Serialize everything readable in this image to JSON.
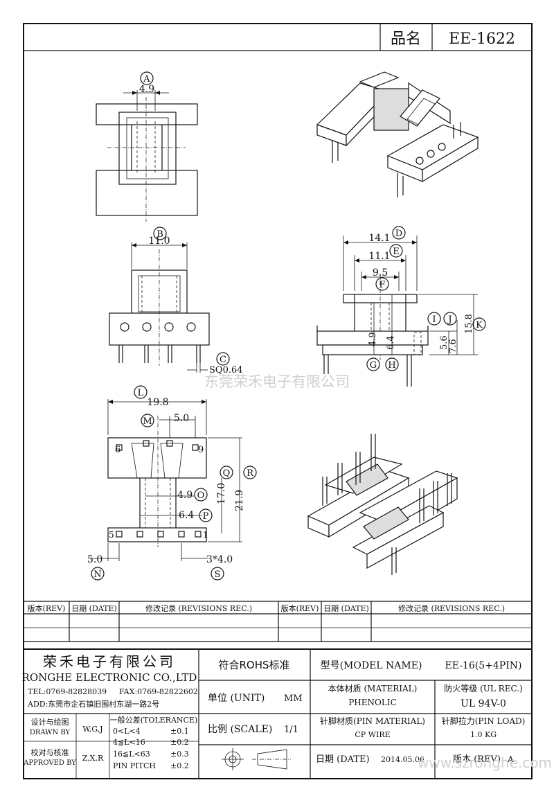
{
  "header": {
    "name_label": "品名",
    "part_no": "EE-1622"
  },
  "dims": {
    "A": "4.9",
    "B": "11.0",
    "C": "SQ0.64",
    "D": "14.1",
    "E": "11.1",
    "F": "9.5",
    "G": "4.9",
    "H": "6.4",
    "I": "5.6",
    "J": "7.6",
    "K": "15.8",
    "L": "19.8",
    "M": "5.0",
    "N": "5.0",
    "O": "4.9",
    "P": "6.4",
    "Q": "17.0",
    "R": "21.9",
    "S": "3*4.0"
  },
  "dim_letters": [
    "A",
    "B",
    "C",
    "D",
    "E",
    "F",
    "G",
    "H",
    "I",
    "J",
    "K",
    "L",
    "M",
    "N",
    "O",
    "P",
    "Q",
    "R",
    "S"
  ],
  "pin_labels": {
    "p6": "6",
    "p9": "9",
    "p5": "5",
    "p1": "1"
  },
  "watermark": {
    "center": "东莞荣禾电子有限公司",
    "corner": "www.szronghe.com"
  },
  "revisions": {
    "headers": [
      "版本(REV)",
      "日期 (DATE)",
      "修改记录 (REVISIONS REC.)",
      "版本(REV)",
      "日期 (DATE)",
      "修改记录 (REVISIONS REC.)"
    ]
  },
  "company": {
    "name_cn": "荣禾电子有限公司",
    "name_en": "RONGHE ELECTRONIC CO.,LTD",
    "tel": "TEL:0769-82828039",
    "fax": "FAX:0769-82822602",
    "addr": "ADD:东莞市企石镇旧围村东湖一路2号"
  },
  "titleblock": {
    "rohs": "符合ROHS标准",
    "model_label": "型号(MODEL NAME)",
    "model_value": "EE-16(5+4PIN)",
    "unit_label": "单位 (UNIT)",
    "unit_value": "MM",
    "material_label": "本体材质 (MATERIAL)",
    "material_value": "PHENOLIC",
    "ul_label": "防火等级 (UL REC.)",
    "ul_value": "UL 94V-0",
    "scale_label": "比例 (SCALE)",
    "scale_value": "1/1",
    "pin_material_label": "针脚材质(PIN MATERIAL)",
    "pin_material_value": "CP WIRE",
    "pin_load_label": "针脚拉力(PIN LOAD)",
    "pin_load_value": "1.0 KG",
    "date_label": "日期 (DATE)",
    "date_value": "2014.05.06",
    "rev_label": "版本 (REV)",
    "rev_value": "A",
    "design_cn": "设计与绘图",
    "design_en": "DRAWN BY",
    "design_name": "W,G,J",
    "approve_cn": "校对与核准",
    "approve_en": "APPROVED BY",
    "approve_name": "Z,X,R",
    "tol_title": "一般公差(TOLERANCE)",
    "tol_rows": [
      {
        "range": "0<L<4",
        "val": "±0.1"
      },
      {
        "range": "4≦L<16",
        "val": "±0.2"
      },
      {
        "range": "16≦L<63",
        "val": "±0.3"
      },
      {
        "range": "PIN PITCH",
        "val": "±0.2"
      }
    ]
  }
}
